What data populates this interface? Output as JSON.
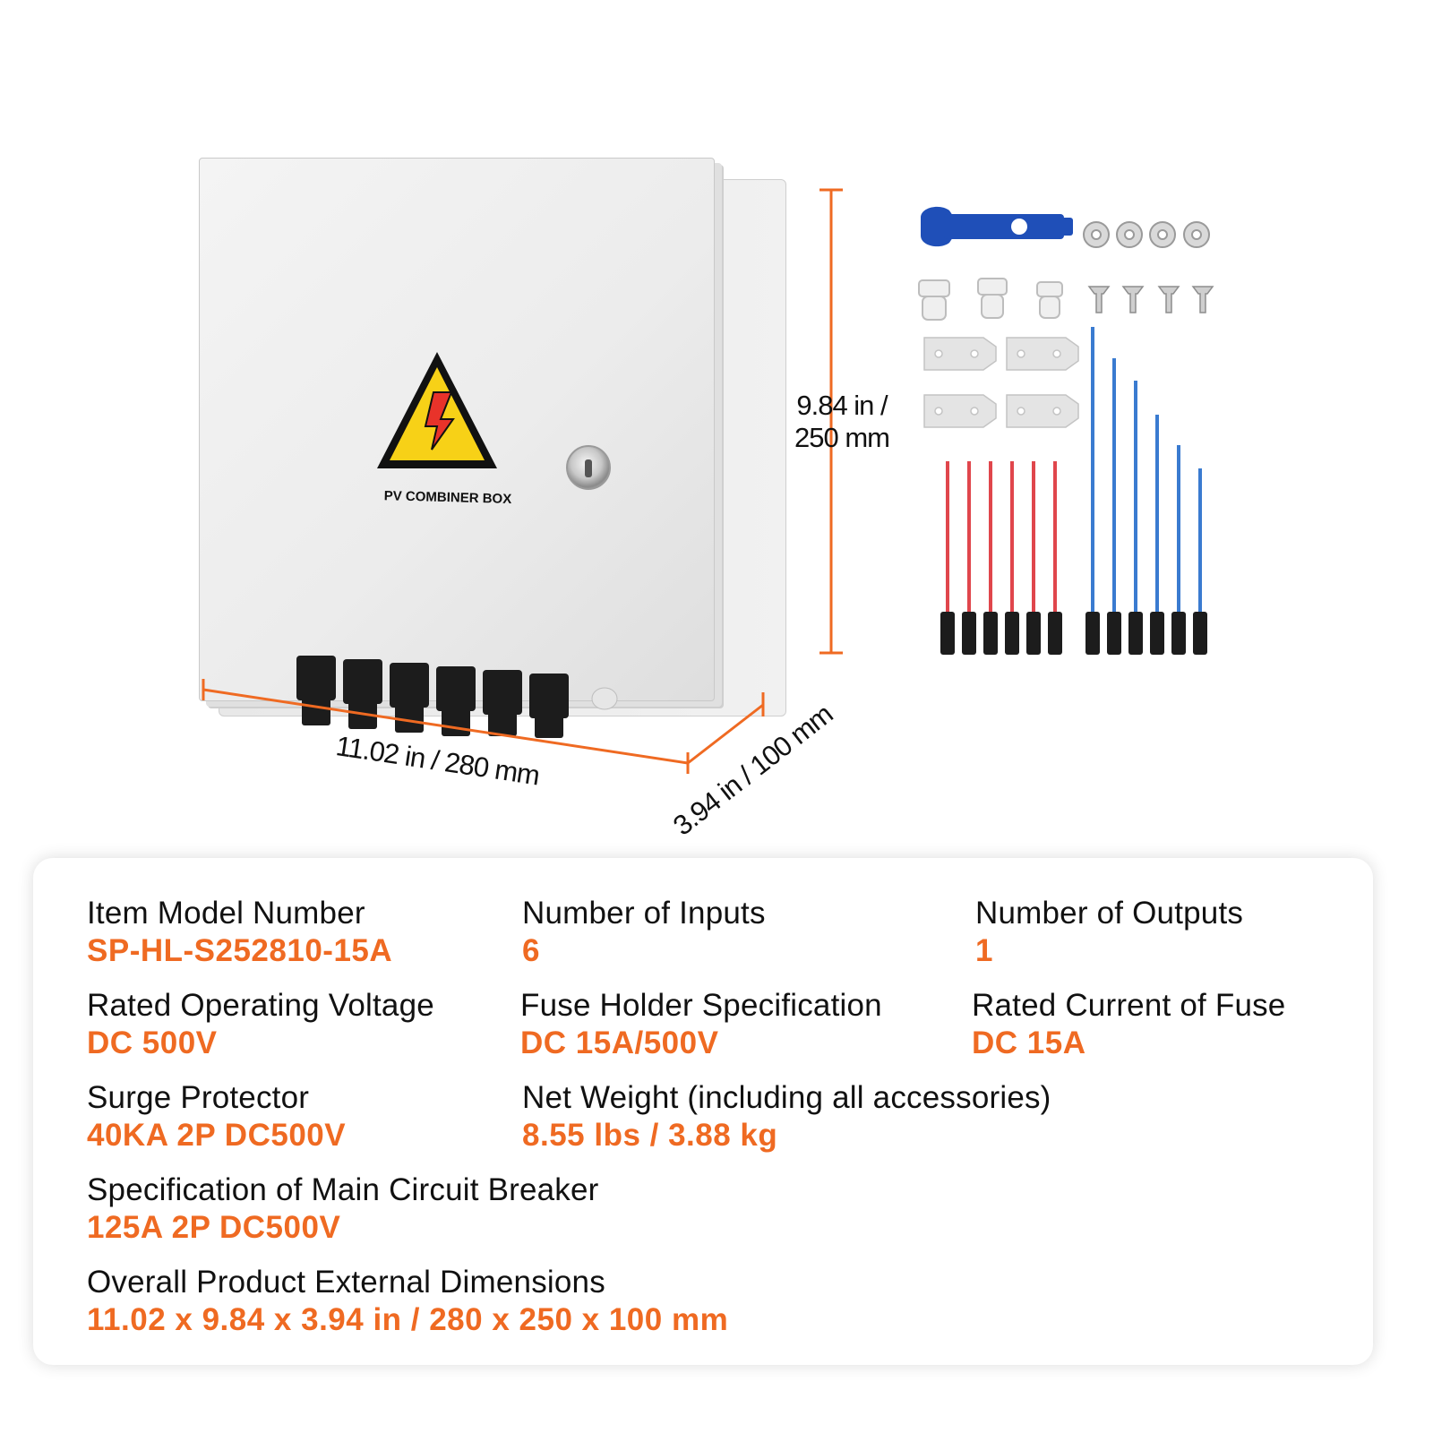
{
  "product": {
    "label": "PV COMBINER BOX"
  },
  "dimensions": {
    "height_label_line1": "9.84 in /",
    "height_label_line2": "250 mm",
    "width_label": "11.02 in / 280 mm",
    "depth_label": "3.94 in / 100 mm",
    "annotation_color": "#ef6a22"
  },
  "accessories": {
    "wrench_color": "#1f4fb8",
    "red_cable_color": "#e0464c",
    "blue_cable_color": "#3a7bd0",
    "red_cable_count": 6,
    "blue_cable_count": 6
  },
  "specs": [
    {
      "label": "Item Model Number",
      "value": "SP-HL-S252810-15A"
    },
    {
      "label": "Number of Inputs",
      "value": "6"
    },
    {
      "label": "Number of Outputs",
      "value": "1"
    },
    {
      "label": "Rated Operating Voltage",
      "value": "DC 500V"
    },
    {
      "label": "Fuse Holder Specification",
      "value": "DC 15A/500V"
    },
    {
      "label": "Rated Current of Fuse",
      "value": "DC 15A"
    },
    {
      "label": "Surge Protector",
      "value": "40KA 2P DC500V"
    },
    {
      "label": "Net Weight (including all accessories)",
      "value": "8.55 lbs / 3.88 kg"
    },
    {
      "label": "Specification of Main Circuit Breaker",
      "value": "125A 2P DC500V"
    },
    {
      "label": "Overall Product External Dimensions",
      "value": "11.02 x 9.84 x 3.94 in / 280 x 250 x 100 mm"
    }
  ],
  "colors": {
    "accent": "#ef6a22",
    "label_text": "#111111"
  }
}
